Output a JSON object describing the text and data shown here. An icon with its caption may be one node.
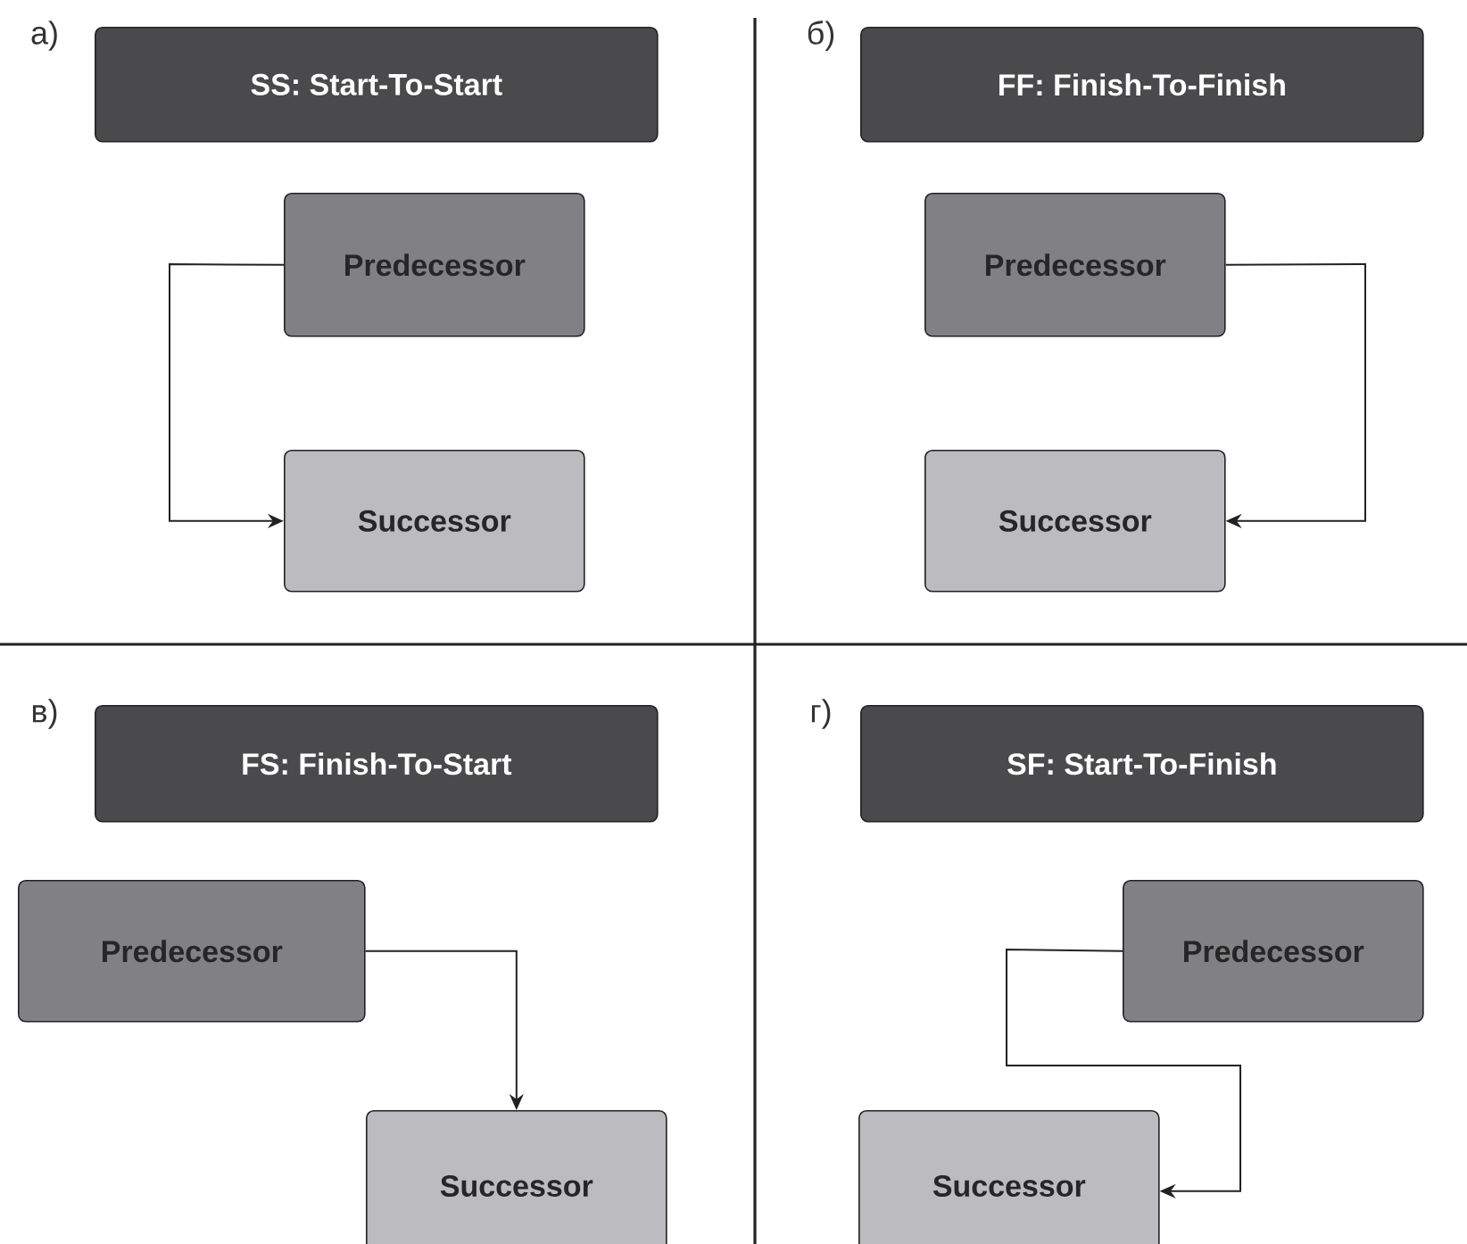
{
  "diagram": {
    "nodes": [
      {
        "text": [
          "SS: Start-To-Start"
        ]
      },
      {
        "text": [
          "Predecessor"
        ]
      },
      {
        "text": [
          "Successor"
        ]
      },
      {
        "text": [
          "FF: Finish-To-Finish"
        ]
      },
      {
        "text": [
          "Predecessor"
        ]
      },
      {
        "text": [
          "Successor"
        ]
      },
      {
        "text": [
          "FS: Finish-To-Start"
        ]
      },
      {
        "text": [
          "Predecessor"
        ]
      },
      {
        "text": [
          "Successor"
        ]
      },
      {
        "text": [
          "SF: Start-To-Finish"
        ]
      },
      {
        "text": [
          "Predecessor"
        ]
      },
      {
        "text": [
          "Successor"
        ]
      }
    ],
    "edges": [
      {
        "from": 1,
        "to": 2,
        "arrow": "to"
      },
      {
        "from": 4,
        "to": 5,
        "arrow": "to"
      },
      {
        "from": 7,
        "to": 8,
        "arrow": "to"
      },
      {
        "from": 10,
        "to": 11,
        "arrow": "to"
      }
    ],
    "labels": [
      "а)",
      "б)",
      "в)",
      "г)"
    ]
  }
}
